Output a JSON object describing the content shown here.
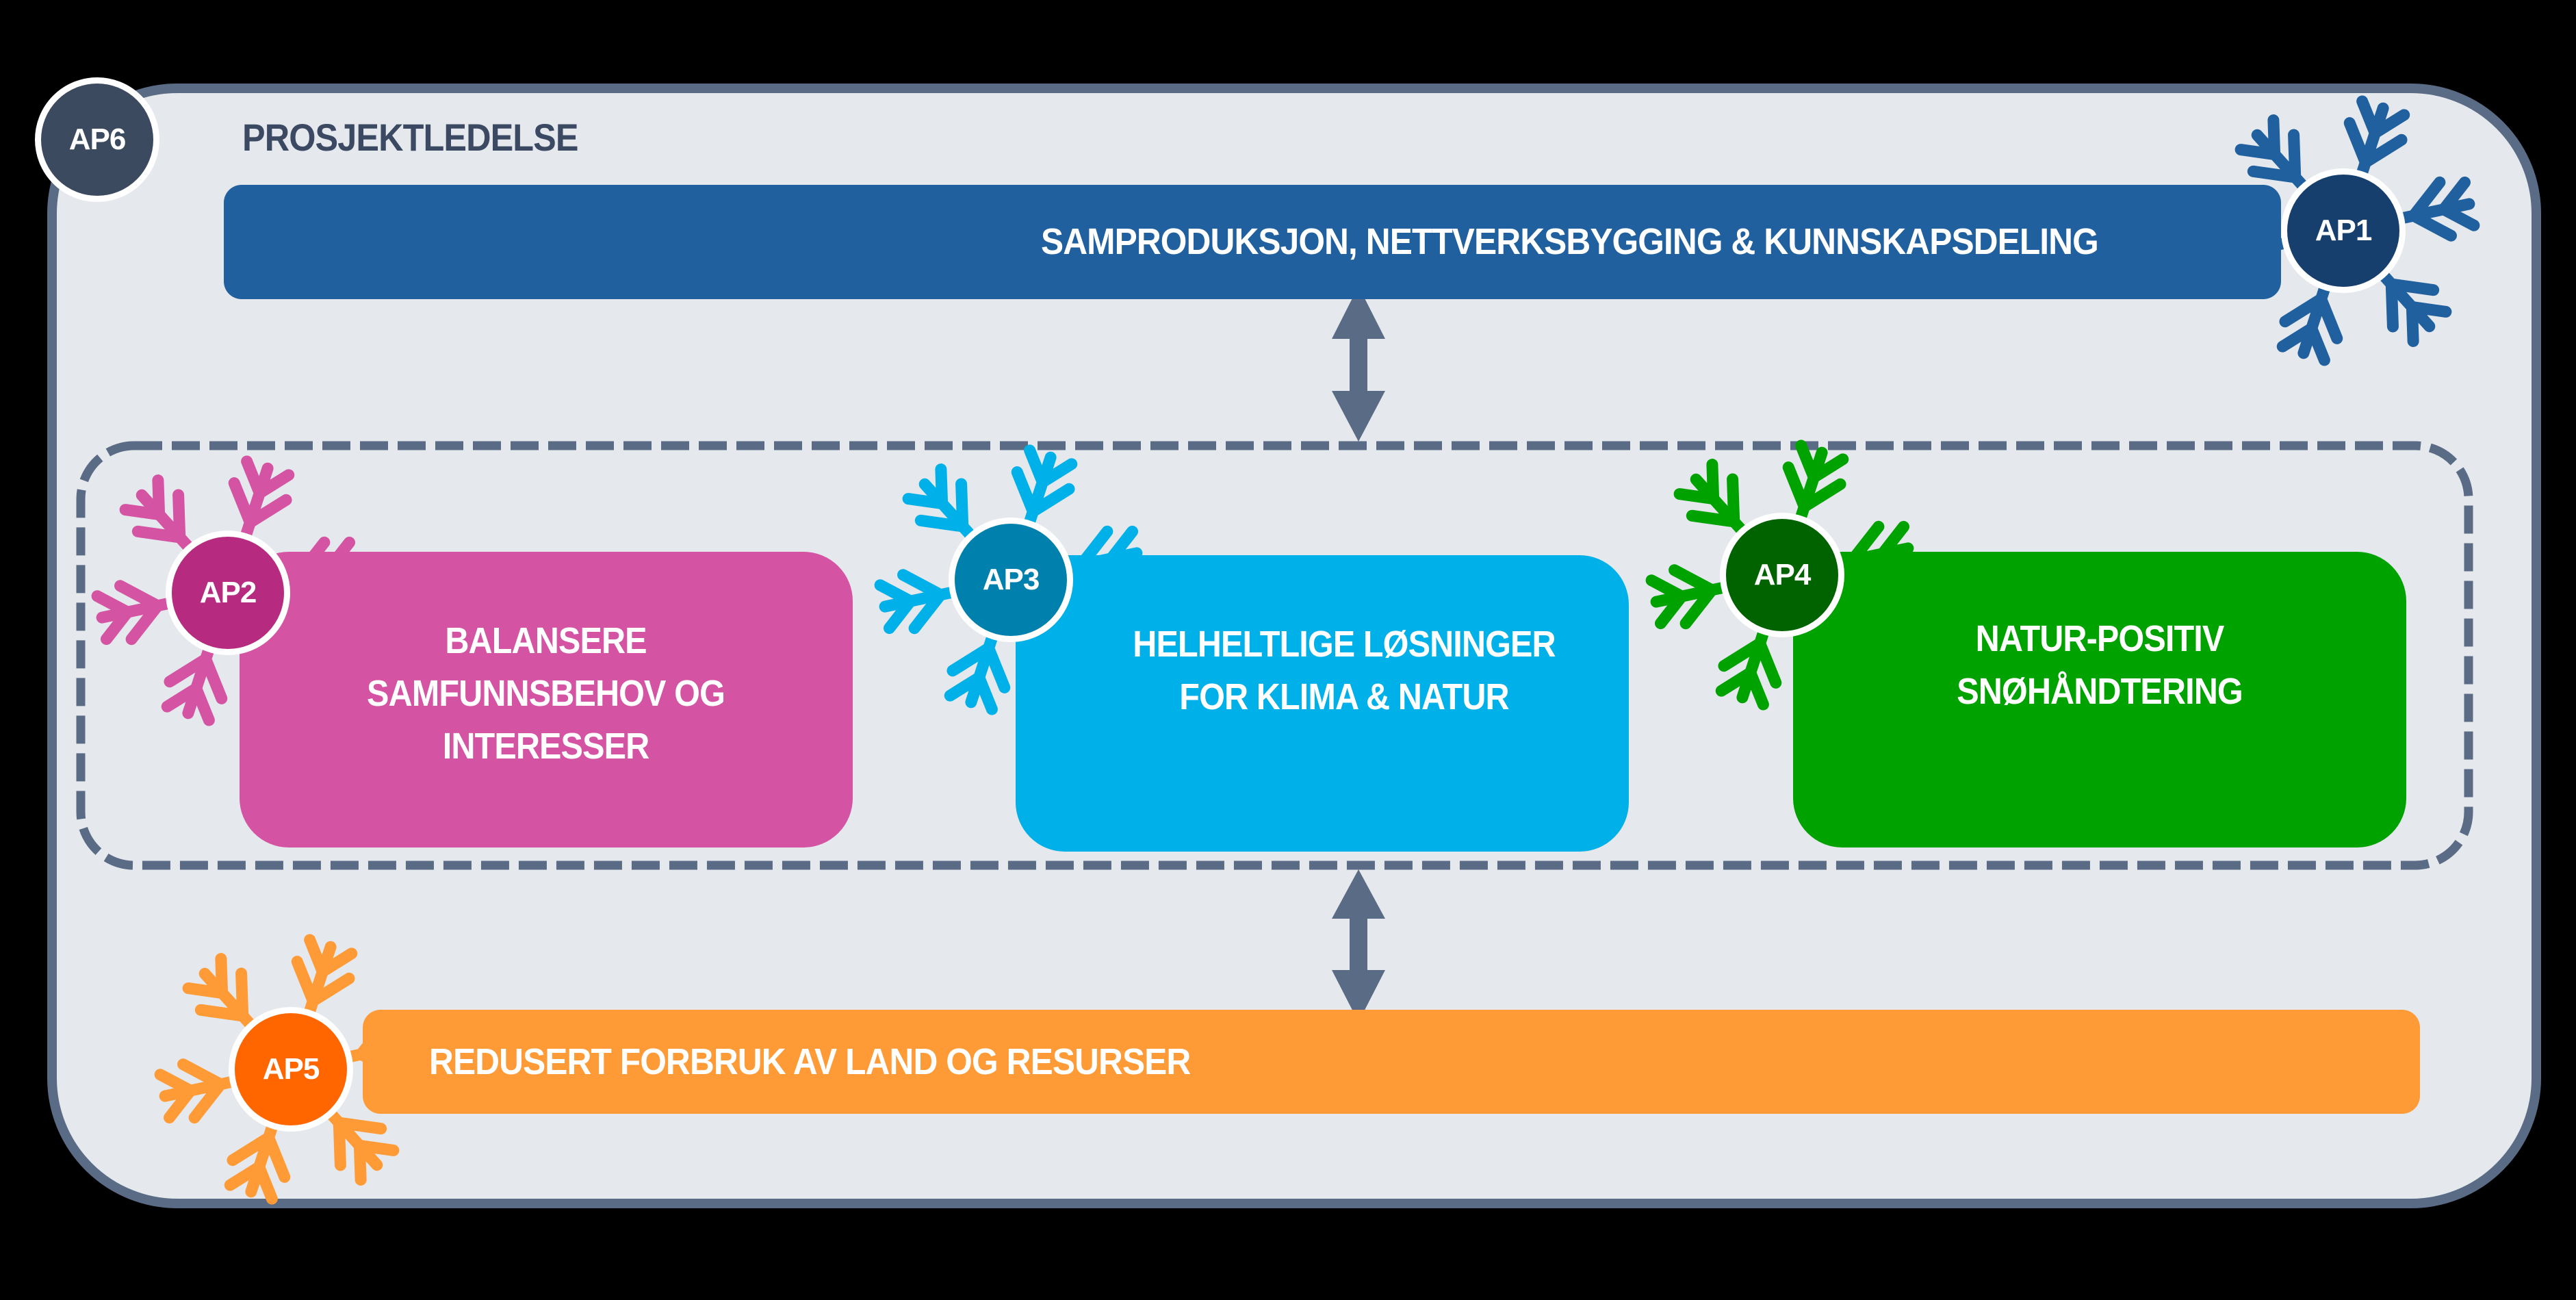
{
  "diagram": {
    "title": "PROSJEKTLEDELSE",
    "packages": [
      {
        "id": "AP1",
        "label": "SAMPRODUKSJON, NETTVERKSBYGGING & KUNNSKAPSDELING",
        "color": "#20609f",
        "badge_color": "#173f6d",
        "icon": "snowflake-icon"
      },
      {
        "id": "AP2",
        "lines": [
          "BALANSERE",
          "SAMFUNNSBEHOV OG",
          "INTERESSER"
        ],
        "color": "#d453a2",
        "badge_color": "#b62b7f",
        "icon": "snowflake-icon"
      },
      {
        "id": "AP3",
        "lines": [
          "HELHELTLIGE LØSNINGER",
          "FOR KLIMA & NATUR"
        ],
        "color": "#00b0e8",
        "badge_color": "#0081ad",
        "icon": "snowflake-icon"
      },
      {
        "id": "AP4",
        "lines": [
          "NATUR-POSITIV",
          "SNØHÅNDTERING"
        ],
        "color": "#00a200",
        "badge_color": "#006300",
        "icon": "snowflake-icon"
      },
      {
        "id": "AP5",
        "label": "REDUSERT FORBRUK AV LAND OG RESURSER",
        "color": "#ff9b36",
        "badge_color": "#ff6600",
        "icon": "snowflake-icon"
      },
      {
        "id": "AP6",
        "label": "PROSJEKTLEDELSE",
        "color": "#5a6b85",
        "badge_color": "#3b4a5e"
      }
    ],
    "connectors": [
      {
        "from": "AP1",
        "to": "AP2-AP4 group",
        "type": "bidirectional-arrow"
      },
      {
        "from": "AP2-AP4 group",
        "to": "AP5",
        "type": "bidirectional-arrow"
      }
    ],
    "colors": {
      "background": "#000000",
      "frame_fill": "#e5e8ed",
      "frame_border": "#5a6b85",
      "title_text": "#3b4a62",
      "arrow": "#5a6b85"
    }
  }
}
